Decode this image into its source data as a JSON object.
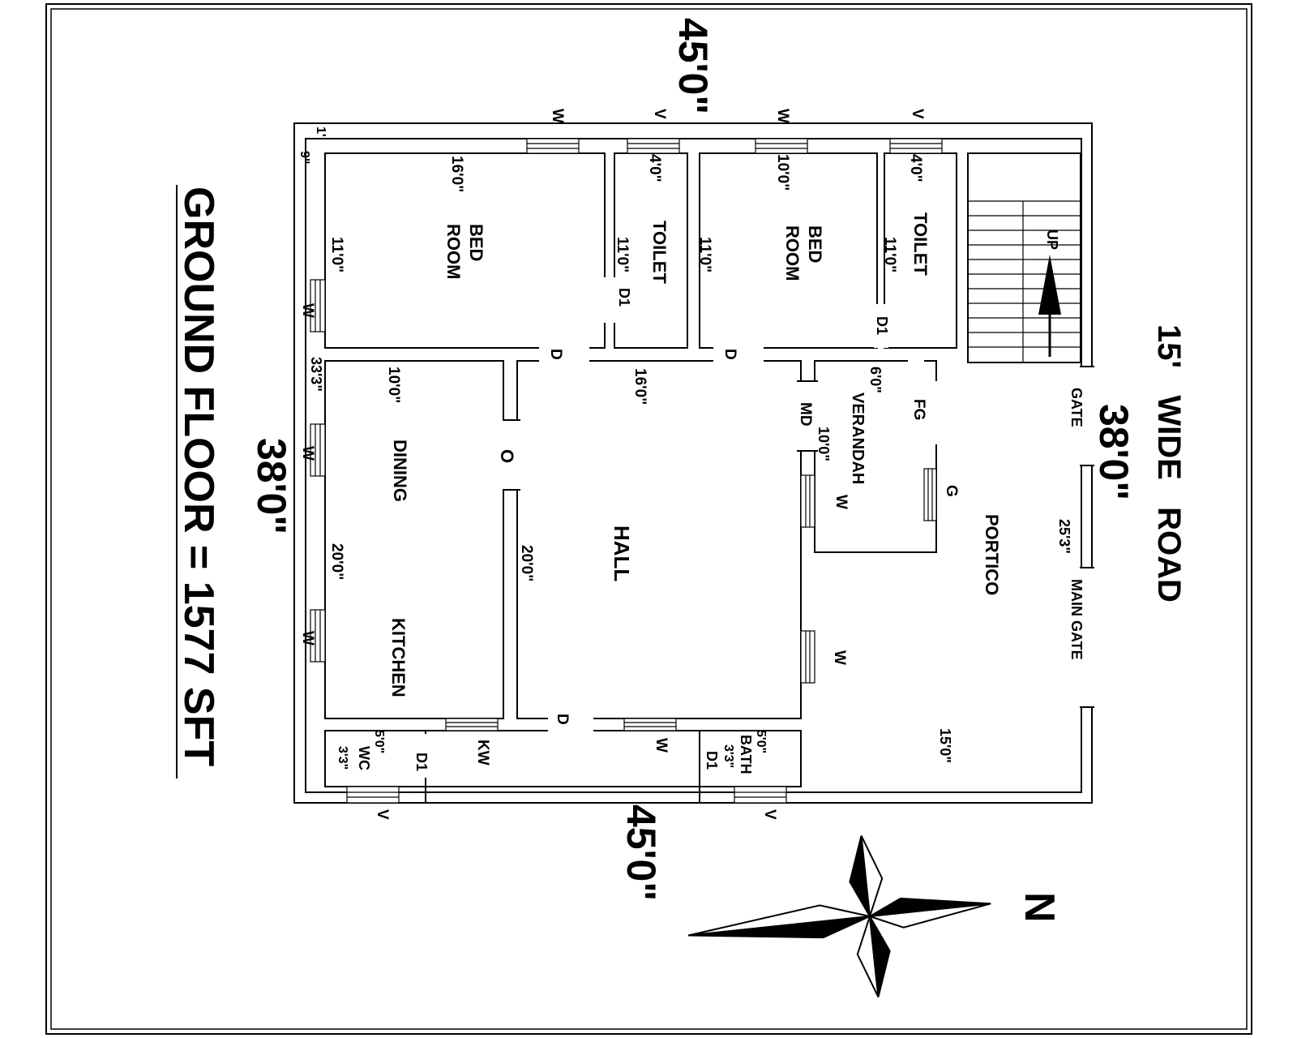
{
  "title": "GROUND FLOOR = 1577 SFT",
  "dimensions": {
    "top": "45'0\"",
    "bottom": "45'0\"",
    "left": "38'0\"",
    "right": "38'0\"",
    "left_sub": "33'3\"",
    "corner_a": "1'",
    "corner_b": "9\""
  },
  "road": "15'   WIDE   ROAD",
  "north": "N",
  "rooms": {
    "bed1": {
      "line1": "BED",
      "line2": "ROOM",
      "w": "16'0\"",
      "h": "11'0\""
    },
    "toilet1": {
      "label": "TOILET",
      "w": "4'0\"",
      "h": "11'0\""
    },
    "bed2": {
      "line1": "BED",
      "line2": "ROOM",
      "w": "10'0\"",
      "h": "11'0\""
    },
    "toilet2": {
      "label": "TOILET",
      "w": "4'0\"",
      "h": "11'0\""
    },
    "stair": {
      "label": "UP"
    },
    "dining": {
      "label": "DINING",
      "w": "10'0\"",
      "h": "20'0\""
    },
    "kitchen": {
      "label": "KITCHEN"
    },
    "hall": {
      "label": "HALL",
      "w": "16'0\"",
      "h": "20'0\""
    },
    "verandah": {
      "label": "VERANDAH",
      "w": "6'0\"",
      "h": "10'0\""
    },
    "portico": {
      "label": "PORTICO",
      "h": "25'3\"",
      "w": "15'0\""
    },
    "wc": {
      "label": "WC",
      "w": "5'0\"",
      "h": "3'3\""
    },
    "bath": {
      "label": "BATH",
      "w": "5'0\"",
      "h": "3'3\""
    }
  },
  "marks": {
    "w": "W",
    "v": "V",
    "d": "D",
    "d1": "D1",
    "o": "O",
    "md": "MD",
    "fg": "FG",
    "g": "G",
    "kw": "KW",
    "gate": "GATE",
    "main_gate": "MAIN GATE"
  }
}
